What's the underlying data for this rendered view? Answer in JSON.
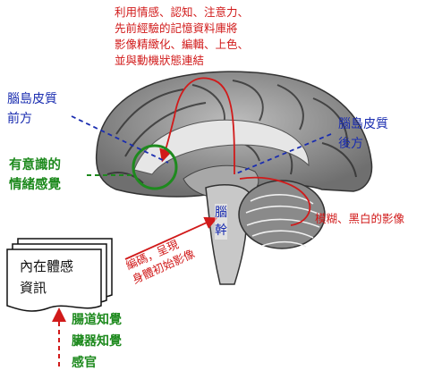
{
  "labels": {
    "top_note_lines": [
      "利用情感、認知、注意力、",
      "先前經驗的記憶資料庫將",
      "影像精緻化、編輯、上色、",
      "並與動機狀態連結"
    ],
    "insula_anterior": [
      "腦島皮質",
      "前方"
    ],
    "insula_posterior": [
      "腦島皮質",
      "後方"
    ],
    "conscious_feeling": [
      "有意識的",
      "情緒感覺"
    ],
    "brainstem": [
      "腦",
      "幹"
    ],
    "blurry_image": "模糊、黑白的影像",
    "encode_present": [
      "編碼，呈現",
      "身體初始影像"
    ],
    "internal_info": [
      "內在體感",
      "資訊"
    ],
    "senses": [
      "腸道知覺",
      "臟器知覺",
      "感官"
    ]
  },
  "colors": {
    "red": "#d11a1a",
    "blue": "#1a2db0",
    "green": "#1e8a1e"
  }
}
